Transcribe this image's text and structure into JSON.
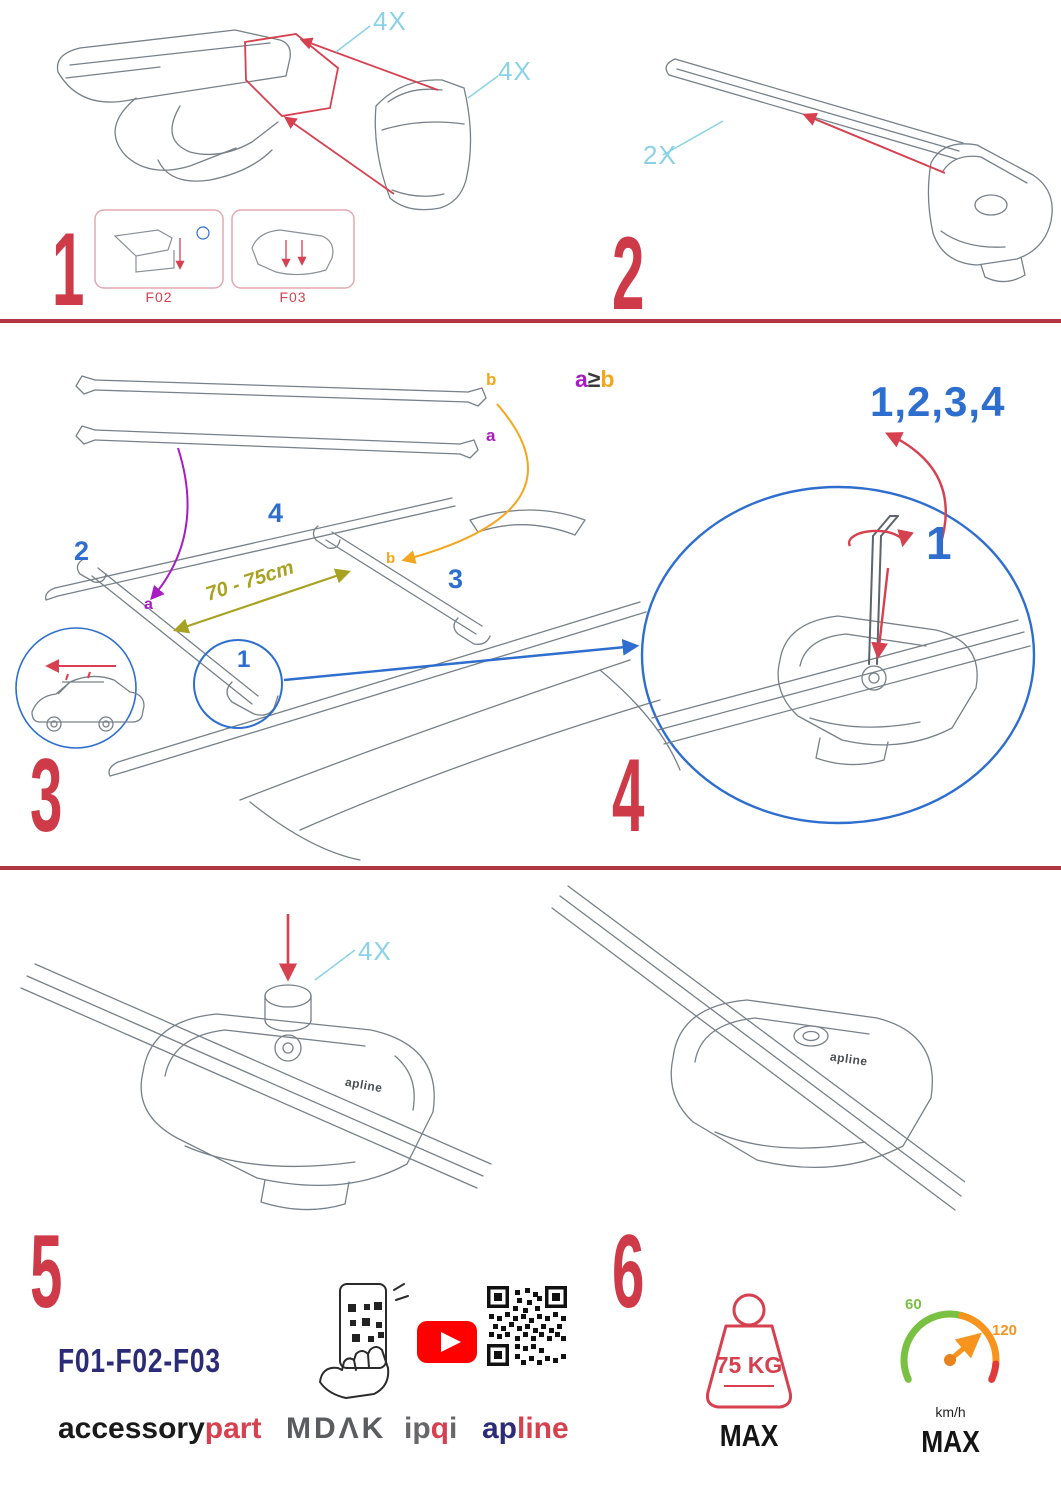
{
  "step1": {
    "num": "1",
    "qty_clamp": "4X",
    "qty_cover": "4X",
    "box1": "F02",
    "box2": "F03"
  },
  "step2": {
    "num": "2",
    "qty": "2X"
  },
  "step3": {
    "num": "3",
    "bar_a": "a",
    "bar_b": "b",
    "legend_a": "a",
    "legend_op": "≥",
    "legend_b": "b",
    "roof_a": "a",
    "roof_b": "b",
    "pos1": "1",
    "pos2": "2",
    "pos3": "3",
    "pos4": "4",
    "dimension": "70 - 75cm"
  },
  "step4": {
    "num": "4",
    "sequence": "1,2,3,4",
    "first": "1"
  },
  "step5": {
    "num": "5",
    "qty": "4X",
    "models": "F01-F02-F03",
    "product_label": "apline"
  },
  "step6": {
    "num": "6",
    "weight": "75 KG",
    "weight_max": "MAX",
    "speed_low": "60",
    "speed_high": "120",
    "speed_unit": "km/h",
    "speed_max": "MAX"
  },
  "brands": {
    "accessory": "accessory",
    "part": "part",
    "mdak": "MDΛK",
    "ipqi_ip": "ip",
    "ipqi_q": "q",
    "ipqi_i2": "i",
    "apline_ap": "ap",
    "apline_line": "line"
  },
  "colors": {
    "red": "#d6404f",
    "cyan": "#8ad2e8",
    "blue": "#2e6ecf",
    "purple": "#a81cc4",
    "orange": "#f5a61f",
    "olive": "#a8a223",
    "navy": "#2b2b78",
    "green": "#7ac143",
    "speedo_orange": "#f7941e"
  }
}
